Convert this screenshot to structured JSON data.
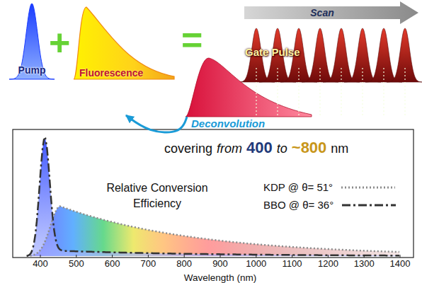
{
  "diagram": {
    "nodes": [
      {
        "text": [
          "Pump"
        ]
      },
      {
        "text": [
          "Fluorescence"
        ]
      },
      {
        "text": [
          "Scan"
        ]
      },
      {
        "text": [
          "Gate Pulse"
        ]
      }
    ],
    "edges": [
      {
        "from": 3,
        "to": 1,
        "arrow": "to",
        "label": "Deconvolution"
      }
    ],
    "labels": [
      "+",
      "=",
      "covering",
      "from",
      "400",
      "to",
      "~800",
      "nm",
      "Relative Conversion Efficiency",
      "400",
      "500",
      "600",
      "700",
      "800",
      "900",
      "1000",
      "1100",
      "1200",
      "1300",
      "1400",
      "Wavelength (nm)"
    ],
    "legend": [
      {
        "text": "KDP @ θ= 51°"
      },
      {
        "text": "BBO @ θ= 36°"
      }
    ]
  }
}
